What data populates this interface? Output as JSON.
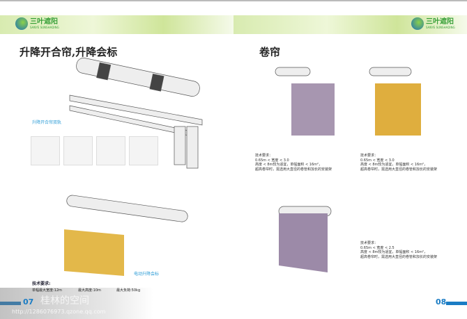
{
  "brand": {
    "name": "三叶遮阳",
    "sub": "SANYE SUNSHADING"
  },
  "left": {
    "title": "升降开合帘,升降会标",
    "caption_rail": "升降开合帘双轨",
    "caption_motor": "电动升降会标",
    "spec_title": "技术要求:",
    "specs": [
      "单幅最大宽度:12m",
      "最大高度:10m",
      "最大负荷:50kg"
    ],
    "page": "07"
  },
  "right": {
    "title": "卷帘",
    "spec1": [
      "技术要求：",
      "0.65m < 宽度 < 3.0",
      "高度 < 8m较为适宜，单幅面积 < 16m²，",
      "超高卷帘时，需选用大直径的卷管和加长的安装架"
    ],
    "spec2": [
      "技术要求：",
      "0.65m < 宽度 < 3.0",
      "高度 < 8m较为适宜，单幅面积 < 16m²，",
      "超高卷帘时，需选用大直径的卷管和加长的安装架"
    ],
    "spec3": [
      "技术要求：",
      "0.65m < 宽度 < 2.5",
      "高度 < 8m较为适宜，单幅面积 < 16m²，",
      "超高卷帘时，需选用大直径的卷管和加长的安装架"
    ],
    "page": "08"
  },
  "watermark": {
    "text": "桂林的空间",
    "url": "http://1286076973.qzone.qq.com"
  },
  "colors": {
    "accent": "#1a7cc4",
    "fabric_yellow": "#e3b84a",
    "fabric_purple": "#9c8aa8"
  }
}
